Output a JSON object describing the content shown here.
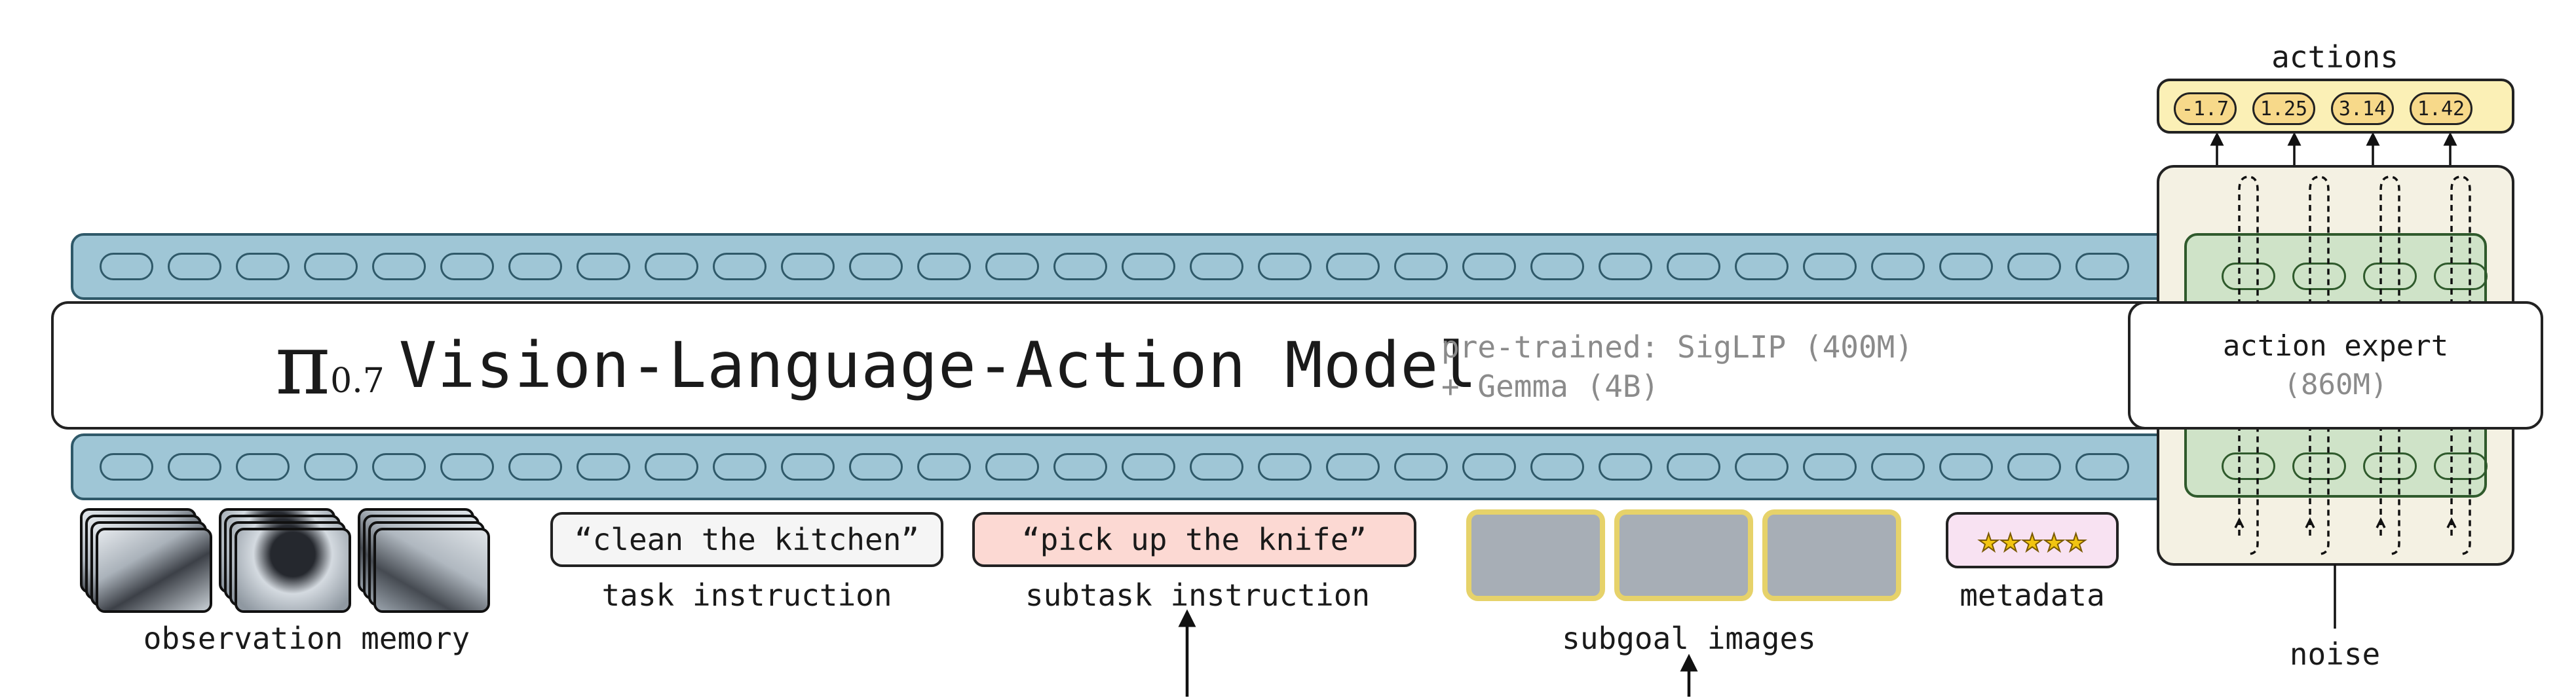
{
  "model": {
    "symbol": "π",
    "symbol_sub": "0.7",
    "name": "Vision-Language-Action Model",
    "pretrained_line1": "pre-trained: SigLIP (400M)",
    "pretrained_line2": "+ Gemma (4B)"
  },
  "expert": {
    "title": "action expert",
    "params": "(860M)"
  },
  "actions": {
    "title": "actions",
    "values": [
      "-1.7",
      "1.25",
      "3.14",
      "1.42"
    ]
  },
  "inputs": {
    "observation_label": "observation memory",
    "task_text": "“clean the kitchen”",
    "task_label": "task instruction",
    "subtask_text": "“pick up the knife”",
    "subtask_label": "subtask instruction",
    "subgoal_label": "subgoal images",
    "metadata_label": "metadata",
    "metadata_stars": 5,
    "noise_label": "noise"
  },
  "colors": {
    "token_bar": "#9fc6d6",
    "token_border": "#2f5969",
    "expert_bg": "#f4f1e3",
    "expert_green": "#cfe3c8",
    "actions_bg": "#fbf0b6",
    "action_pill": "#f7d98a",
    "task_box": "#f5f5f5",
    "subtask_box": "#fcd9d3",
    "subgoal_frame": "#e6d26a",
    "metadata_box": "#f8e2f2",
    "star": "#f2c511"
  }
}
